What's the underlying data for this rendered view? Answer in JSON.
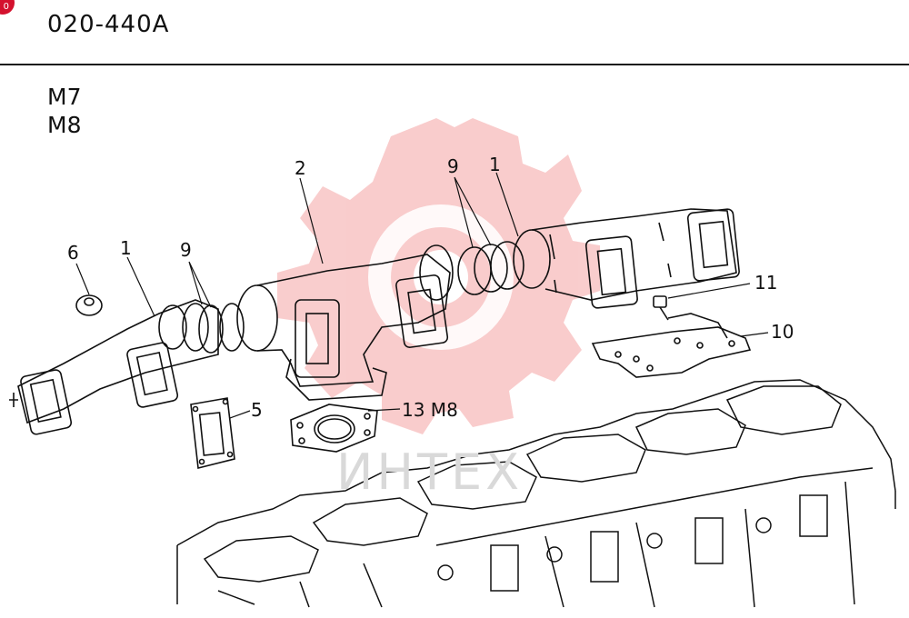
{
  "header": {
    "doc_code": "020-440A",
    "corner_mark": "0"
  },
  "models": [
    "M7",
    "M8"
  ],
  "watermark": {
    "text": "ИНТЕХ",
    "color": "#f5b5b5"
  },
  "callouts": [
    {
      "id": "c6",
      "label": "6"
    },
    {
      "id": "c1a",
      "label": "1"
    },
    {
      "id": "c9a",
      "label": "9"
    },
    {
      "id": "c2",
      "label": "2"
    },
    {
      "id": "c9b",
      "label": "9"
    },
    {
      "id": "c1b",
      "label": "1"
    },
    {
      "id": "c11",
      "label": "11"
    },
    {
      "id": "c10",
      "label": "10"
    },
    {
      "id": "c5",
      "label": "5"
    },
    {
      "id": "c13",
      "label": "13 M8"
    }
  ]
}
